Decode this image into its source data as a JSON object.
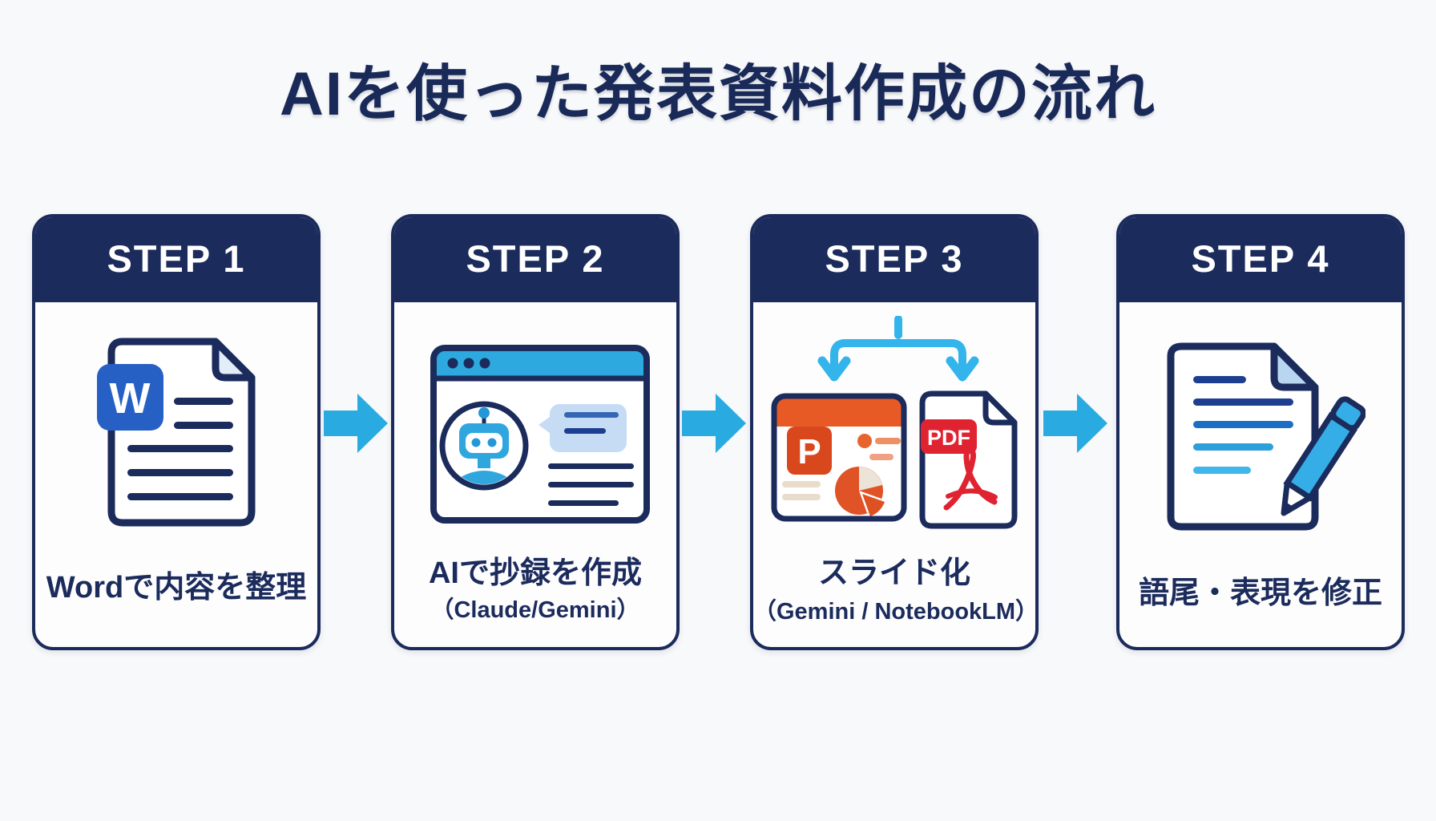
{
  "title": "AIを使った発表資料作成の流れ",
  "steps": [
    {
      "header": "STEP 1",
      "caption": "Wordで内容を整理",
      "sub": "",
      "icon": "word-document"
    },
    {
      "header": "STEP 2",
      "caption": "AIで抄録を作成",
      "sub": "（Claude/Gemini）",
      "icon": "ai-chat-browser"
    },
    {
      "header": "STEP 3",
      "caption": "スライド化",
      "sub": "（Gemini / NotebookLM）",
      "icon": "powerpoint-and-pdf"
    },
    {
      "header": "STEP 4",
      "caption": "語尾・表現を修正",
      "sub": "",
      "icon": "document-edit-pencil"
    }
  ],
  "icon_labels": {
    "word_badge": "W",
    "ppt_badge": "P",
    "pdf_badge": "PDF"
  },
  "colors": {
    "navy": "#1b2b5c",
    "card_bg": "#fdfdfe",
    "page_bg": "#f8f9fb",
    "arrow_blue": "#29abe2",
    "connector_blue": "#33b4ea",
    "browser_bar_blue": "#2ea9e0",
    "robot_blue": "#2fa7de",
    "bubble_blue": "#c6dcf5",
    "word_blue": "#2660c4",
    "ppt_orange": "#e75a26",
    "ppt_badge_orange": "#d8481c",
    "pdf_red": "#e02330",
    "pencil_blue": "#35ade6"
  }
}
